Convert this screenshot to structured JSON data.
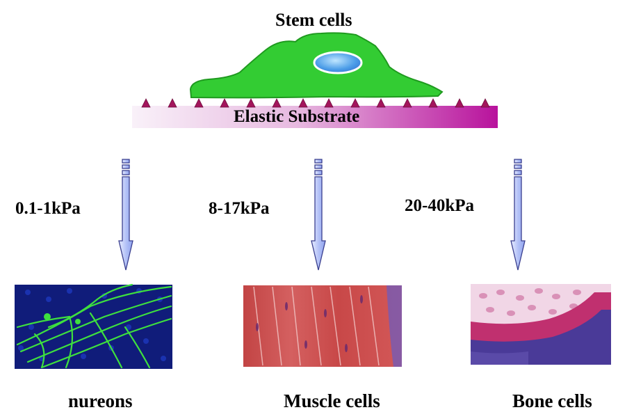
{
  "title": "Stem cells",
  "substrate_label": "Elastic Substrate",
  "stiffness": [
    "0.1-1kPa",
    "8-17kPa",
    "20-40kPa"
  ],
  "cell_types": [
    "nureons",
    "Muscle cells",
    "Bone cells"
  ],
  "colors": {
    "cell_fill": "#33cc33",
    "cell_stroke": "#1f9a1f",
    "substrate_start": "#f7eef7",
    "substrate_end": "#b8149e",
    "triangle": "#a0145a",
    "arrow_fill": "#b8c6f5",
    "arrow_stroke": "#3a3f8f"
  },
  "icons": [
    "stem-cell-icon",
    "nucleus-icon",
    "down-arrow-icon",
    "neuron-image",
    "muscle-image",
    "bone-image"
  ]
}
